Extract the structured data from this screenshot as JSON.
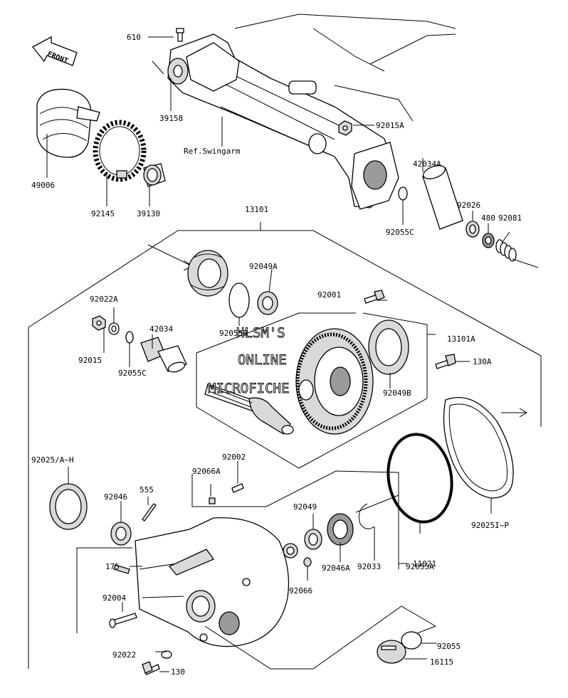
{
  "watermark": [
    "HLSM'S",
    "ONLINE",
    "MICROFICHE"
  ],
  "front_marker": "FRONT",
  "reference_label": "Ref.Swingarm",
  "parts": {
    "p610": "610",
    "p39158": "39158",
    "p49006": "49006",
    "p92145": "92145",
    "p39130": "39130",
    "p92015A": "92015A",
    "p42034A": "42034A",
    "p92026": "92026",
    "p480": "480",
    "p92081": "92081",
    "p92055C_top": "92055C",
    "p13101": "13101",
    "p92049A": "92049A",
    "p92022A": "92022A",
    "p92001": "92001",
    "p42034": "42034",
    "p92055B": "92055B",
    "p13101A": "13101A",
    "p92015": "92015",
    "p92055C": "92055C",
    "p130A": "130A",
    "p92049B": "92049B",
    "p92025AH": "92025/A~H",
    "p92002": "92002",
    "p92066A": "92066A",
    "p555": "555",
    "p92046": "92046",
    "p92049": "92049",
    "p92033": "92033",
    "p92055A": "92055A",
    "p92025IP": "92025I~P",
    "p175": "175",
    "p92046A": "92046A",
    "p11021": "11021",
    "p92066": "92066",
    "p92004": "92004",
    "p92022": "92022",
    "p130": "130",
    "p92055": "92055",
    "p16115": "16115"
  }
}
